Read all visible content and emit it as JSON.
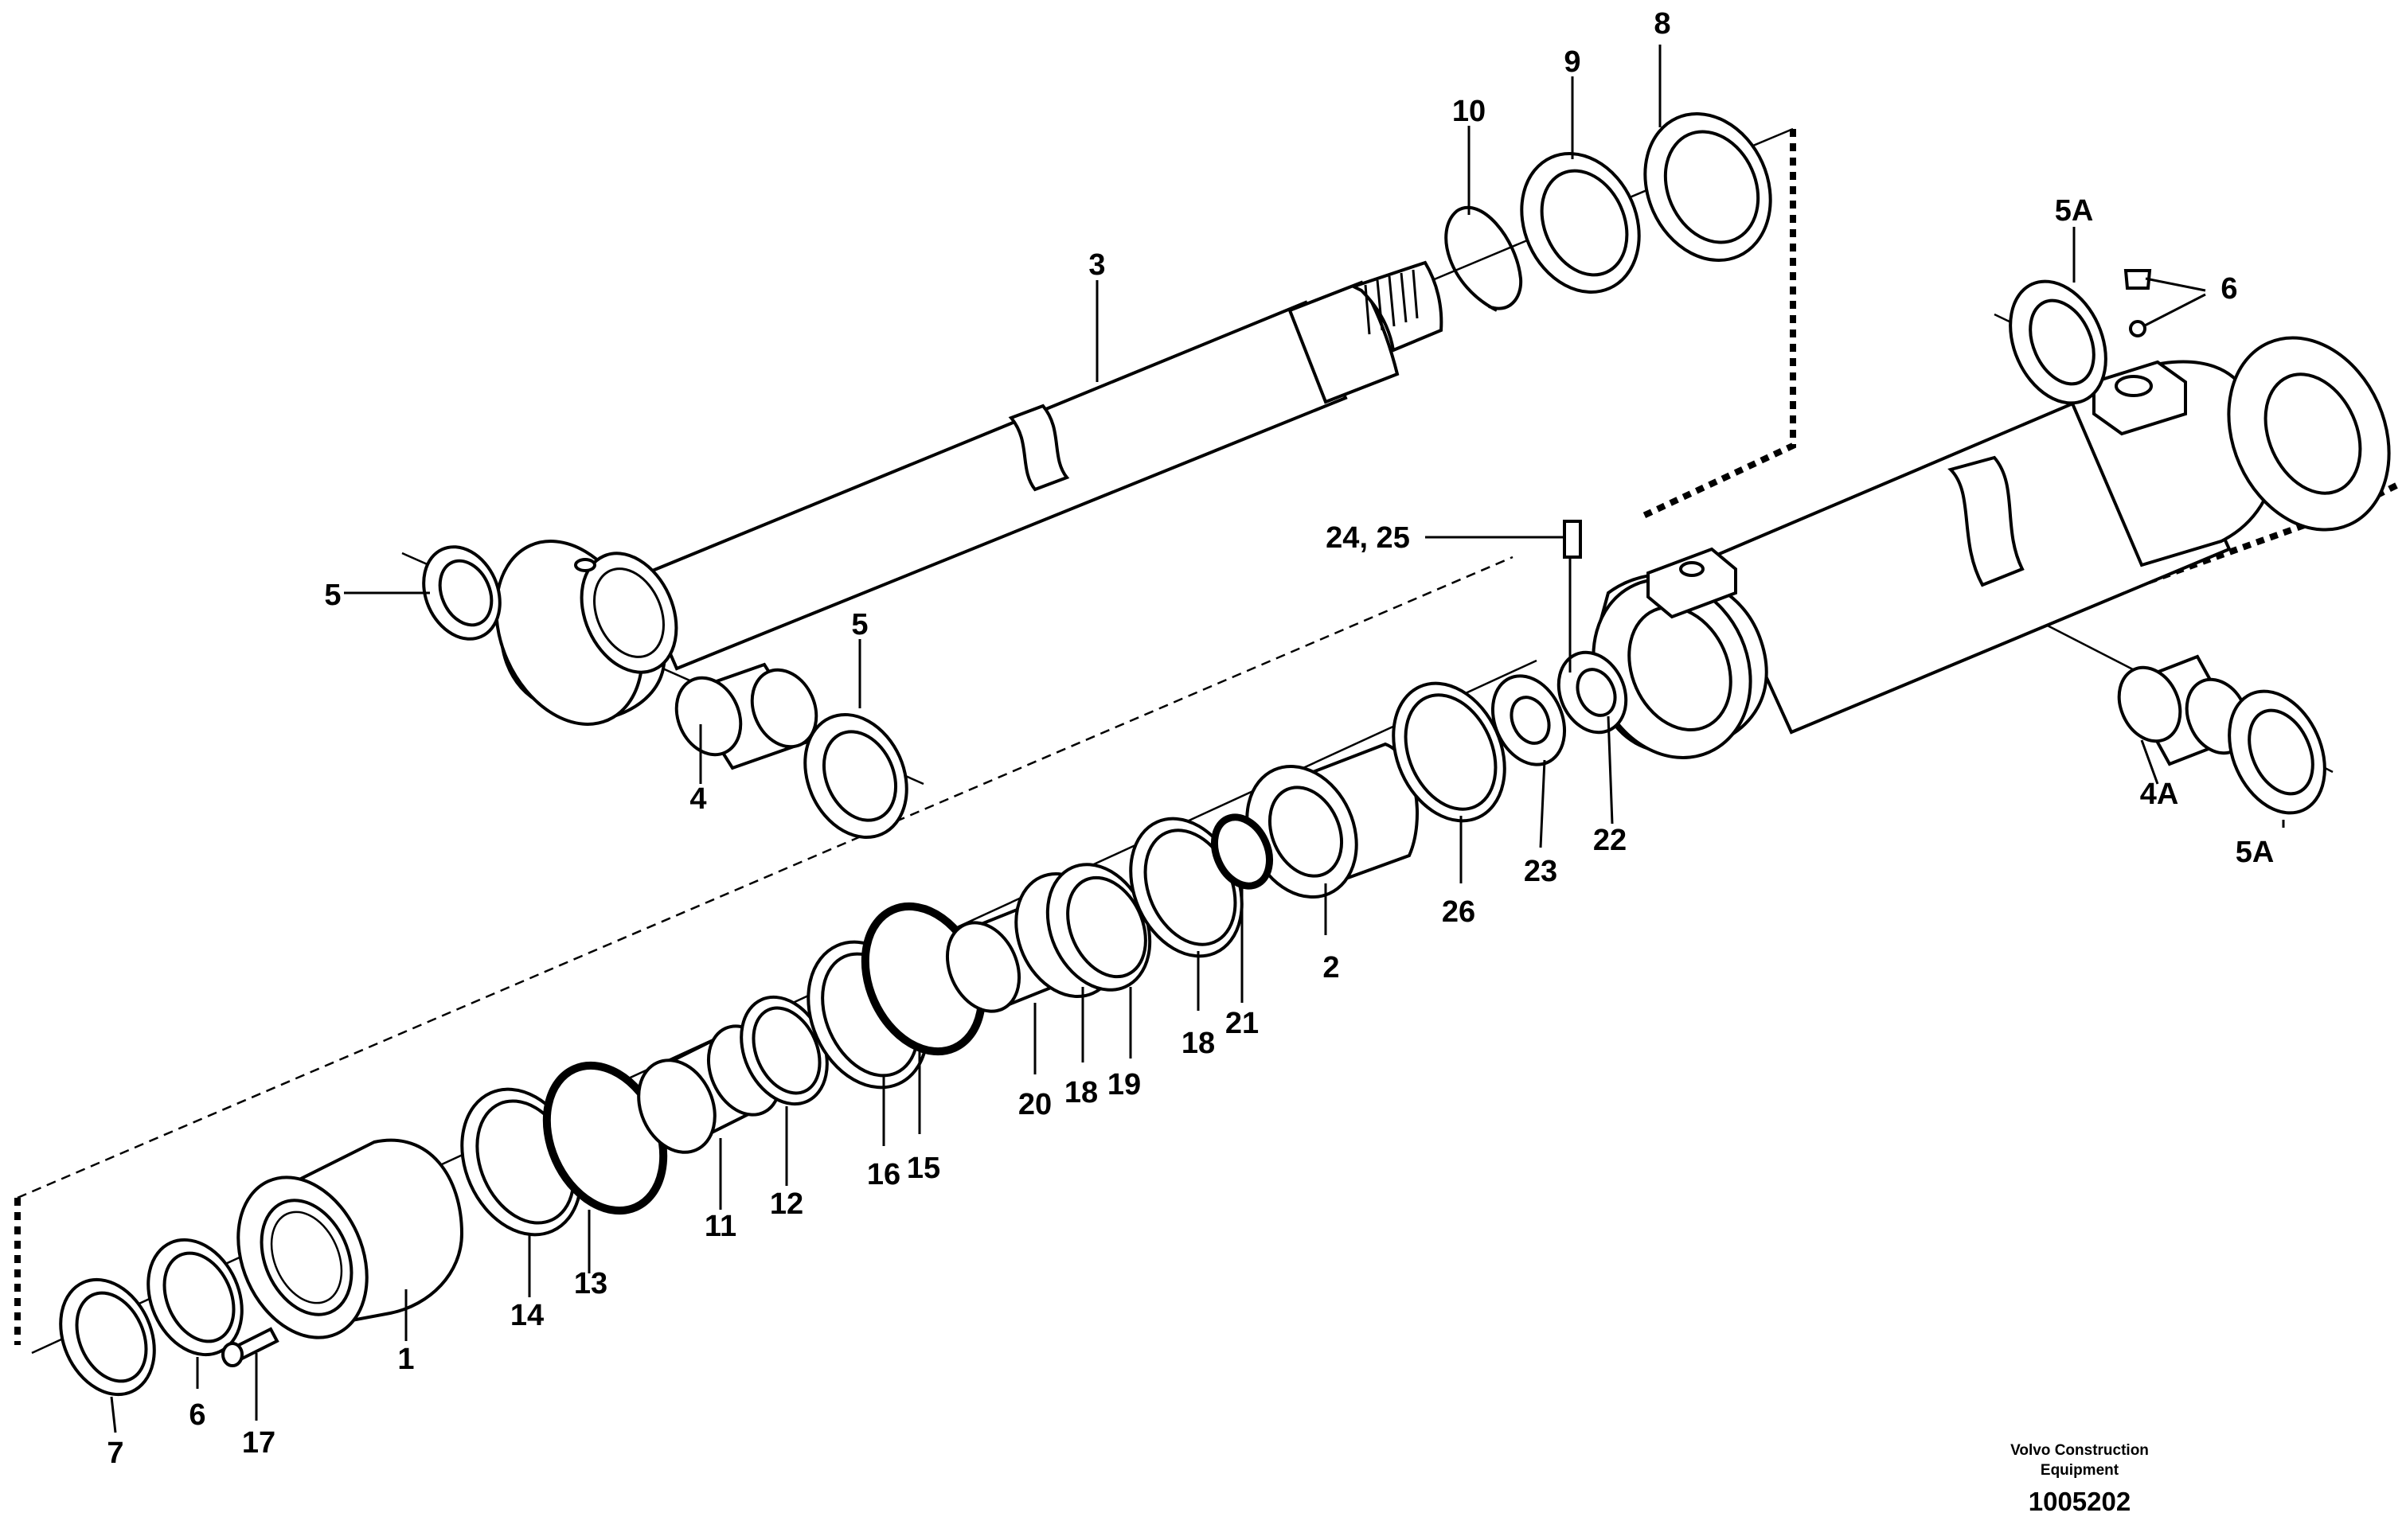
{
  "diagram": {
    "part_labels": {
      "p1": "1",
      "p2": "2",
      "p3": "3",
      "p4": "4",
      "p4a": "4A",
      "p5_left": "5",
      "p5_right": "5",
      "p5a_top": "5A",
      "p5a_bottom": "5A",
      "p6_top": "6",
      "p6_bottom": "6",
      "p7": "7",
      "p8": "8",
      "p9": "9",
      "p10": "10",
      "p11": "11",
      "p12": "12",
      "p13": "13",
      "p14": "14",
      "p15": "15",
      "p16": "16",
      "p17": "17",
      "p18_a": "18",
      "p18_b": "18",
      "p19": "19",
      "p20": "20",
      "p21": "21",
      "p22": "22",
      "p23": "23",
      "p24_25": "24, 25",
      "p26": "26"
    },
    "footer": {
      "brand_line1": "Volvo Construction",
      "brand_line2": "Equipment",
      "reference": "1005202"
    }
  }
}
